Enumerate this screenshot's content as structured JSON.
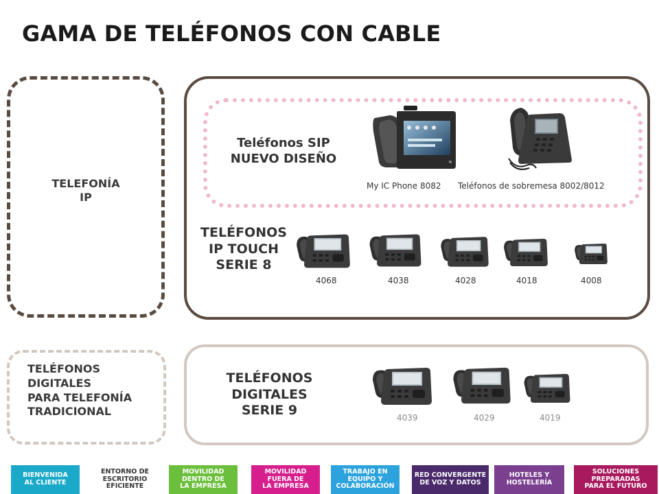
{
  "title": "GAMA DE TELÉFONOS CON CABLE",
  "sections": {
    "telefonia_ip": {
      "line1": "TELEFONÍA",
      "line2": "IP"
    },
    "sip": {
      "line1": "Teléfonos SIP",
      "line2": "NUEVO DISEÑO",
      "phones": [
        {
          "caption": "My IC Phone 8082",
          "icon": "touchscreen-desk-phone-icon"
        },
        {
          "caption": "Teléfonos de sobremesa 8002/8012",
          "icon": "desk-phone-icon"
        }
      ]
    },
    "ip_touch": {
      "line1": "TELÉFONOS",
      "line2": "IP TOUCH",
      "line3": "SERIE 8",
      "models": [
        "4068",
        "4038",
        "4028",
        "4018",
        "4008"
      ]
    },
    "digitales_left": {
      "line1": "TELÉFONOS",
      "line2": "DIGITALES",
      "line3": "PARA TELEFONÍA",
      "line4": "TRADICIONAL"
    },
    "digitales_9": {
      "line1": "TELÉFONOS",
      "line2": "DIGITALES",
      "line3": "SERIE 9",
      "models": [
        "4039",
        "4029",
        "4019"
      ]
    }
  },
  "nav": [
    {
      "l1": "BIENVENIDA",
      "l2": "AL CLIENTE",
      "l3": "",
      "color": "#1aa9c8"
    },
    {
      "l1": "ENTORNO DE",
      "l2": "ESCRITORIO",
      "l3": "EFICIENTE",
      "color": "#ffffff",
      "text_color": "#333333"
    },
    {
      "l1": "MOVILIDAD",
      "l2": "DENTRO DE",
      "l3": "LA EMPRESA",
      "color": "#6cbf3c"
    },
    {
      "l1": "MOVILIDAD",
      "l2": "FUERA DE",
      "l3": "LA EMPRESA",
      "color": "#d61f8d"
    },
    {
      "l1": "TRABAJO EN",
      "l2": "EQUIPO Y",
      "l3": "COLABORACIÓN",
      "color": "#2ca3dd"
    },
    {
      "l1": "RED CONVERGENTE",
      "l2": "DE VOZ Y DATOS",
      "l3": "",
      "color": "#4a2a6b"
    },
    {
      "l1": "HOTELES Y",
      "l2": "HOSTELERÍA",
      "l3": "",
      "color": "#7a3f8f"
    },
    {
      "l1": "SOLUCIONES",
      "l2": "PREPARADAS",
      "l3": "PARA EL FUTURO",
      "color": "#a8195e"
    }
  ]
}
